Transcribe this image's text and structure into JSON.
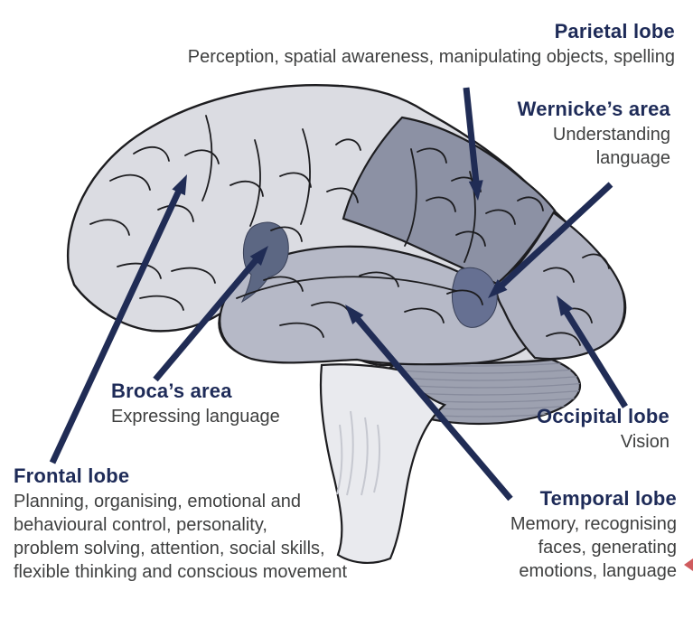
{
  "labels": {
    "parietal": {
      "title": "Parietal lobe",
      "desc": "Perception, spatial awareness, manipulating objects, spelling"
    },
    "wernicke": {
      "title": "Wernicke’s area",
      "desc": "Understanding\nlanguage"
    },
    "broca": {
      "title": "Broca’s area",
      "desc": "Expressing language"
    },
    "frontal": {
      "title": "Frontal lobe",
      "desc": "Planning, organising, emotional and\nbehavioural control, personality,\nproblem solving, attention, social skills,\nflexible thinking and conscious movement"
    },
    "occipital": {
      "title": "Occipital lobe",
      "desc": "Vision"
    },
    "temporal": {
      "title": "Temporal lobe",
      "desc": "Memory, recognising\nfaces, generating\nemotions, language"
    }
  },
  "colors": {
    "accent": "#1e2b58",
    "arrow": "#202c55",
    "body_text": "#3f4040",
    "outline": "#1d1d20",
    "frontal_fill": "#dbdce2",
    "parietal_fill": "#8c91a4",
    "temporal_fill": "#b6b9c7",
    "occipital_fill": "#b0b3c2",
    "cerebellum_fill": "#9da1b0",
    "cerebellum_stripe": "#878b9c",
    "brainstem_fill": "#e9eaee",
    "brainstem_streak": "#c6c8d0",
    "broca_fill": "#5c6783",
    "wernicke_fill": "#667092",
    "red_mark": "#cf5b5e"
  }
}
